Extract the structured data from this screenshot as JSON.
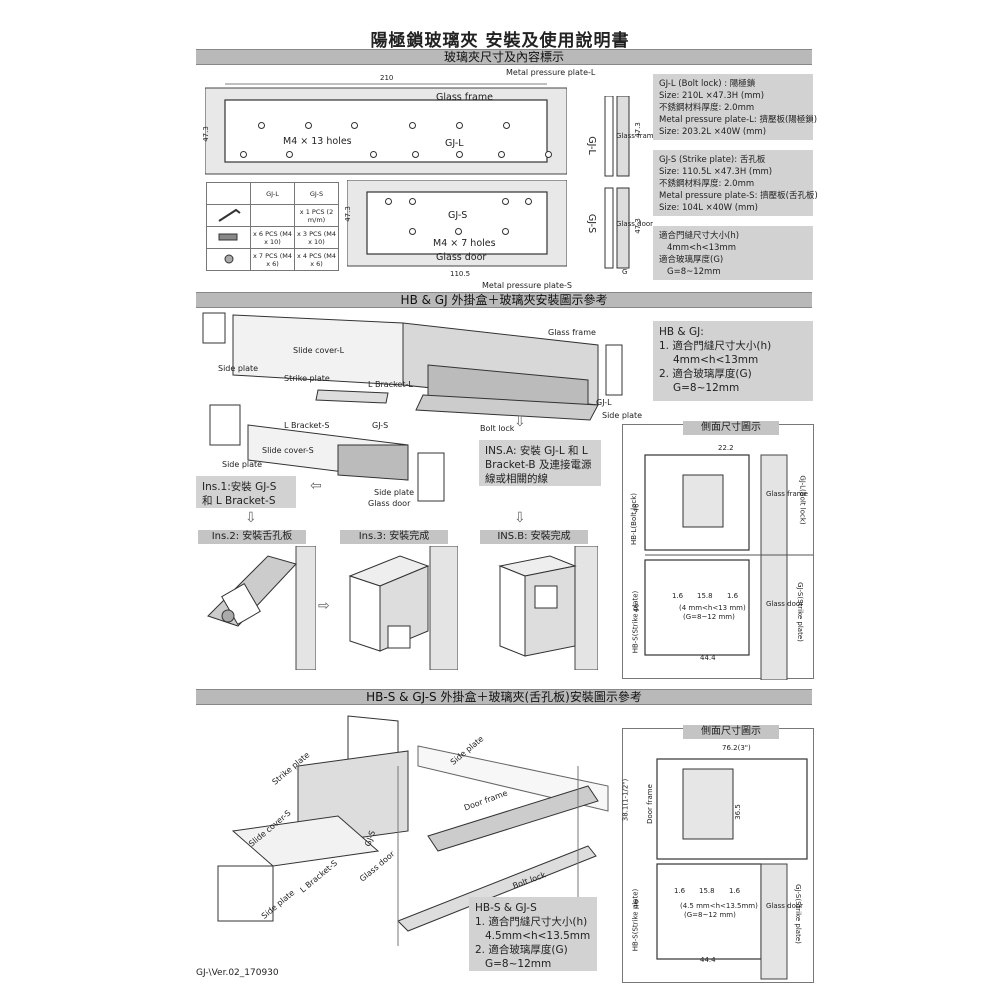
{
  "title": "陽極鎖玻璃夾 安裝及使用說明書",
  "section1": {
    "banner": "玻璃夾尺寸及內容標示",
    "dim_210": "210",
    "dim_47_3_a": "47.3",
    "dim_47_3_b": "47.3",
    "dim_110_5": "110.5",
    "glass_frame": "Glass frame",
    "glass_door": "Glass door",
    "gj_l": "GJ-L",
    "gj_s": "GJ-S",
    "m4_13": "M4 × 13 holes",
    "m4_7": "M4 × 7 holes",
    "mpp_l": "Metal pressure plate-L",
    "mpp_s": "Metal pressure plate-S",
    "side_gj_l": "GJ-L",
    "side_gj_s": "GJ-S",
    "side_glass_frame": "Glass frame",
    "side_glass_door": "Glass door",
    "side_g": "G",
    "side_47_3_a": "47.3",
    "side_47_3_b": "47.3",
    "table": {
      "head": [
        "",
        "GJ-L",
        "GJ-S"
      ],
      "rows": [
        [
          "",
          "",
          "x 1 PCS (2 m/m)"
        ],
        [
          "",
          "x 6 PCS (M4 x 10)",
          "x 3 PCS (M4 x 10)"
        ],
        [
          "",
          "x 7 PCS (M4 x 6)",
          "x 4 PCS (M4 x 6)"
        ]
      ]
    },
    "note_l": [
      "GJ-L (Bolt lock) : 陽極鎖",
      "Size: 210L ×47.3H (mm)",
      "不銹鋼材料厚度: 2.0mm",
      "Metal pressure plate-L: 擠壓板(陽極鎖)",
      "Size: 203.2L ×40W (mm)"
    ],
    "note_s": [
      "GJ-S (Strike plate): 舌孔板",
      "Size: 110.5L ×47.3H (mm)",
      "不銹鋼材料厚度: 2.0mm",
      "Metal pressure plate-S: 擠壓板(舌孔板)",
      "Size: 104L ×40W (mm)"
    ],
    "note_fit": [
      "適合門縫尺寸大小(h)",
      "4mm<h<13mm",
      "適合玻璃厚度(G)",
      "G=8~12mm"
    ]
  },
  "section2": {
    "banner": "HB & GJ 外掛盒＋玻璃夾安裝圖示參考",
    "labels": {
      "glass_frame": "Glass frame",
      "slide_cover_l": "Slide cover-L",
      "side_plate_a": "Side plate",
      "strike_plate": "Strike plate",
      "l_bracket_l": "L Bracket-L",
      "gj_l": "GJ-L",
      "side_plate_b": "Side plate",
      "bolt_lock": "Bolt lock",
      "l_bracket_s": "L Bracket-S",
      "gj_s": "GJ-S",
      "slide_cover_s": "Slide cover-S",
      "side_plate_c": "Side plate",
      "side_plate_d": "Side plate",
      "glass_door": "Glass door"
    },
    "hb_gj_note": [
      "HB & GJ:",
      "1. 適合門縫尺寸大小(h)",
      "4mm<h<13mm",
      "2. 適合玻璃厚度(G)",
      "G=8~12mm"
    ],
    "ins_a": "INS.A: 安裝 GJ-L 和 L Bracket-B 及連接電源線或相關的線",
    "ins_1": "Ins.1:安裝 GJ-S 和 L Bracket-S",
    "ins_2": "Ins.2: 安裝舌孔板",
    "ins_3": "Ins.3: 安裝完成",
    "ins_b": "INS.B: 安裝完成",
    "side_view": {
      "header": "側面尺寸圖示",
      "dim_22_2": "22.2",
      "dim_46_a": "46",
      "hb_l": "HB-L(Bolt lock)",
      "glass_frame": "Glass frame",
      "gj_l": "GJ-L(Bolt lock)",
      "dim_1_6_a": "1.6",
      "dim_15_8": "15.8",
      "dim_1_6_b": "1.6",
      "dim_46_b": "46",
      "hb_s": "HB-S(Strike plate)",
      "range1": "(4 mm<h<13 mm)",
      "range2": "(G=8~12 mm)",
      "glass_door": "Glass door",
      "gj_s": "GJ-S(Strike plate)",
      "dim_44_4": "44.4"
    }
  },
  "section3": {
    "banner": "HB-S & GJ-S 外掛盒＋玻璃夾(舌孔板)安裝圖示參考",
    "labels": {
      "strike_plate": "Strike plate",
      "side_plate_a": "Side plate",
      "door_frame": "Door frame",
      "slide_cover_s": "Slide cover-S",
      "gj_s": "GJ-S",
      "glass_door": "Glass door",
      "l_bracket_s": "L Bracket-S",
      "side_plate_b": "Side plate",
      "bolt_lock": "Bolt lock"
    },
    "note": [
      "HB-S & GJ-S",
      "1. 適合門縫尺寸大小(h)",
      "4.5mm<h<13.5mm",
      "2. 適合玻璃厚度(G)",
      "G=8~12mm"
    ],
    "side_view": {
      "header": "側面尺寸圖示",
      "dim_76_2": "76.2(3\")",
      "dim_38_1": "38.1(1-1/2\")",
      "door_frame": "Door frame",
      "dim_36_5": "36.5",
      "dim_1_6_a": "1.6",
      "dim_15_8": "15.8",
      "dim_1_6_b": "1.6",
      "dim_46": "46",
      "hb_s": "HB-S(Strike plate)",
      "range1": "(4.5 mm<h<13.5mm)",
      "range2": "(G=8~12 mm)",
      "glass_door": "Glass door",
      "gj_s": "GJ-S(Strike plate)",
      "dim_44_4": "44.4"
    }
  },
  "footer": "GJ-\\Ver.02_170930"
}
